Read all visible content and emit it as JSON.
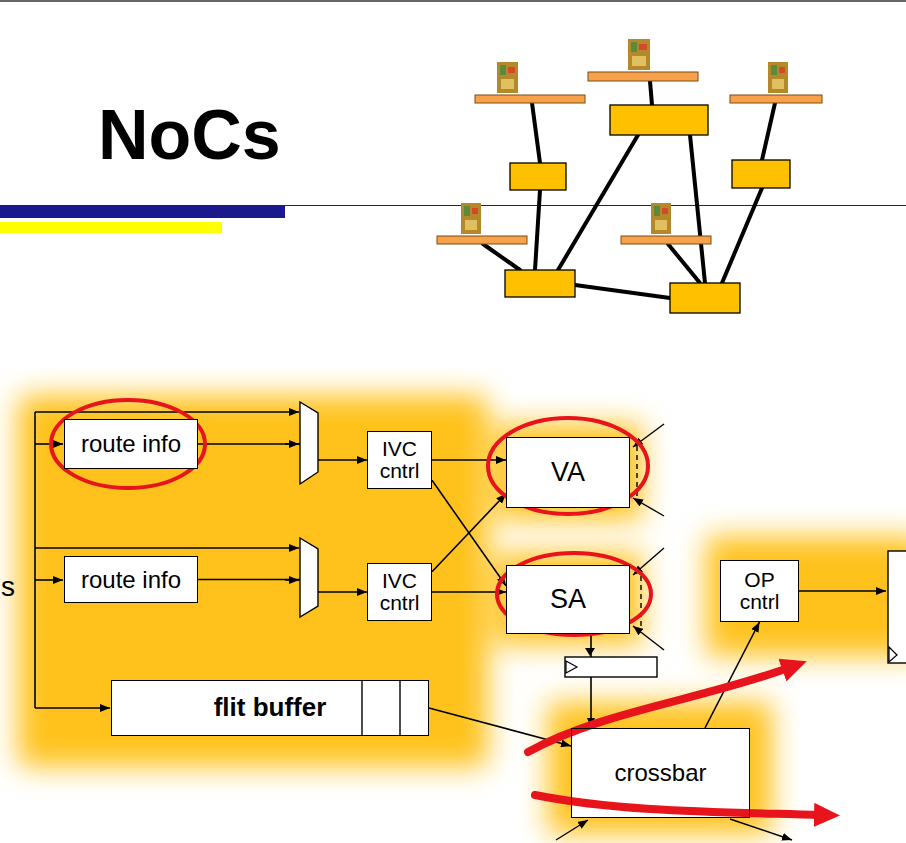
{
  "diagram": {
    "title": "NoCs",
    "nodes": [
      {
        "text": [
          "route info"
        ]
      },
      {
        "text": [
          "IVC cntrl"
        ]
      },
      {
        "text": [
          "VA"
        ]
      },
      {
        "text": [
          "route info"
        ]
      },
      {
        "text": [
          "IVC cntrl"
        ]
      },
      {
        "text": [
          "SA"
        ]
      },
      {
        "text": [
          "OP cntrl"
        ]
      },
      {
        "text": [
          "flit buffer"
        ]
      },
      {
        "text": [
          "crossbar"
        ]
      }
    ],
    "edges": [
      {
        "from": 0,
        "to": 1,
        "arrow": "to"
      },
      {
        "from": 1,
        "to": 2,
        "arrow": "to"
      },
      {
        "from": 1,
        "to": 5,
        "arrow": "to"
      },
      {
        "from": 3,
        "to": 4,
        "arrow": "to"
      },
      {
        "from": 4,
        "to": 2,
        "arrow": "to"
      },
      {
        "from": 4,
        "to": 5,
        "arrow": "to"
      },
      {
        "from": 7,
        "to": 8,
        "arrow": "to"
      },
      {
        "from": 5,
        "to": 8,
        "arrow": "to"
      },
      {
        "from": 8,
        "to": 6,
        "arrow": "to"
      }
    ],
    "labels": [
      "s"
    ]
  }
}
